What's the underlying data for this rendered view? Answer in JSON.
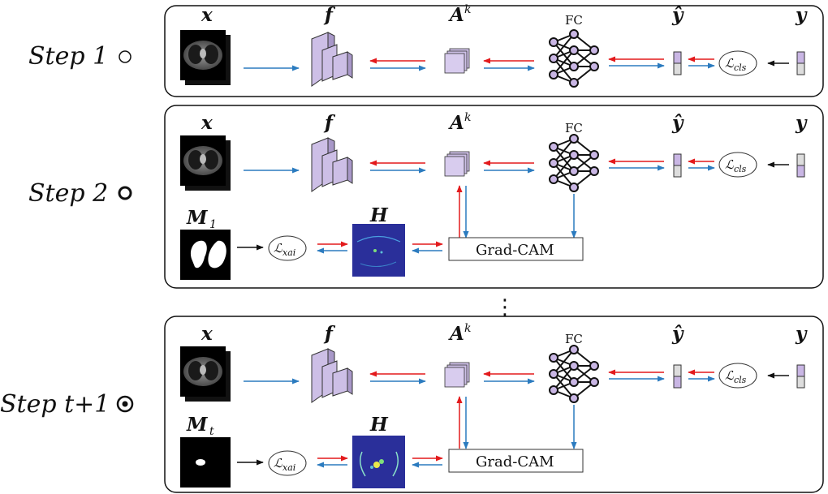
{
  "steps": [
    {
      "label": "Step 1"
    },
    {
      "label": "Step 2"
    },
    {
      "label": "Step t+1"
    }
  ],
  "symbols": {
    "input": "x",
    "features": "f",
    "activation": "A",
    "activation_sup": "k",
    "fc": "FC",
    "prediction": "ŷ",
    "target": "y",
    "mask_step2": "M",
    "mask_step2_sub": "1",
    "mask_step_t": "M",
    "mask_step_t_sub": "t",
    "heatmap": "H"
  },
  "losses": {
    "cls": "ℒ",
    "cls_sub": "cls",
    "xai": "ℒ",
    "xai_sub": "xai"
  },
  "gradcam_label": "Grad-CAM",
  "ellipsis": "⋮",
  "colors": {
    "forward": "#2b7bbf",
    "backward": "#e31a1c",
    "feature": "#cdbfe6",
    "heatmap_bg": "#2a2f9a",
    "label_fill": "#c9b6e4"
  }
}
